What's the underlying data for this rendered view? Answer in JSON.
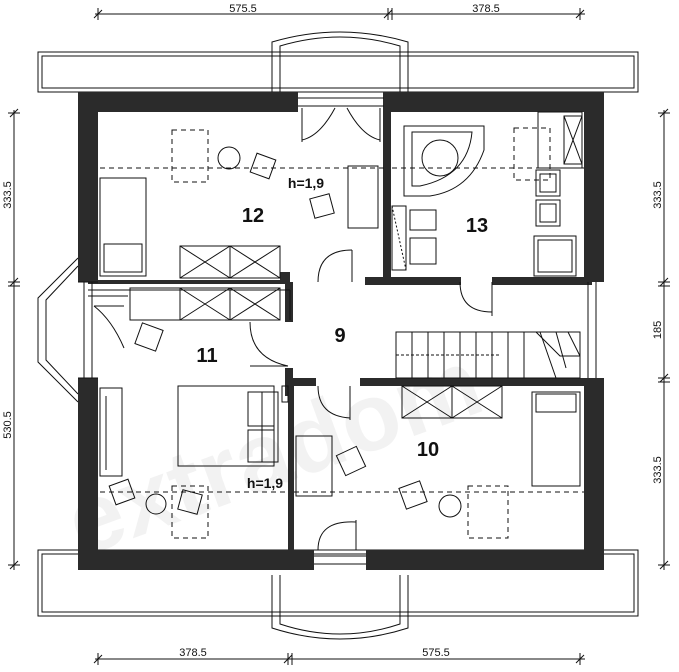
{
  "dimensions": {
    "top_left": "575.5",
    "top_right": "378.5",
    "bottom_left": "378.5",
    "bottom_right": "575.5",
    "left_top": "333.5",
    "left_bottom": "530.5",
    "right_top": "333.5",
    "right_middle": "185",
    "right_bottom": "333.5"
  },
  "rooms": {
    "r9": "9",
    "r10": "10",
    "r11": "11",
    "r12": "12",
    "r13": "13"
  },
  "height_labels": {
    "room12": "h=1,9",
    "room11": "h=1,9"
  },
  "watermark": "extradom",
  "colors": {
    "wall": "#2b2b2b",
    "line": "#111111"
  }
}
